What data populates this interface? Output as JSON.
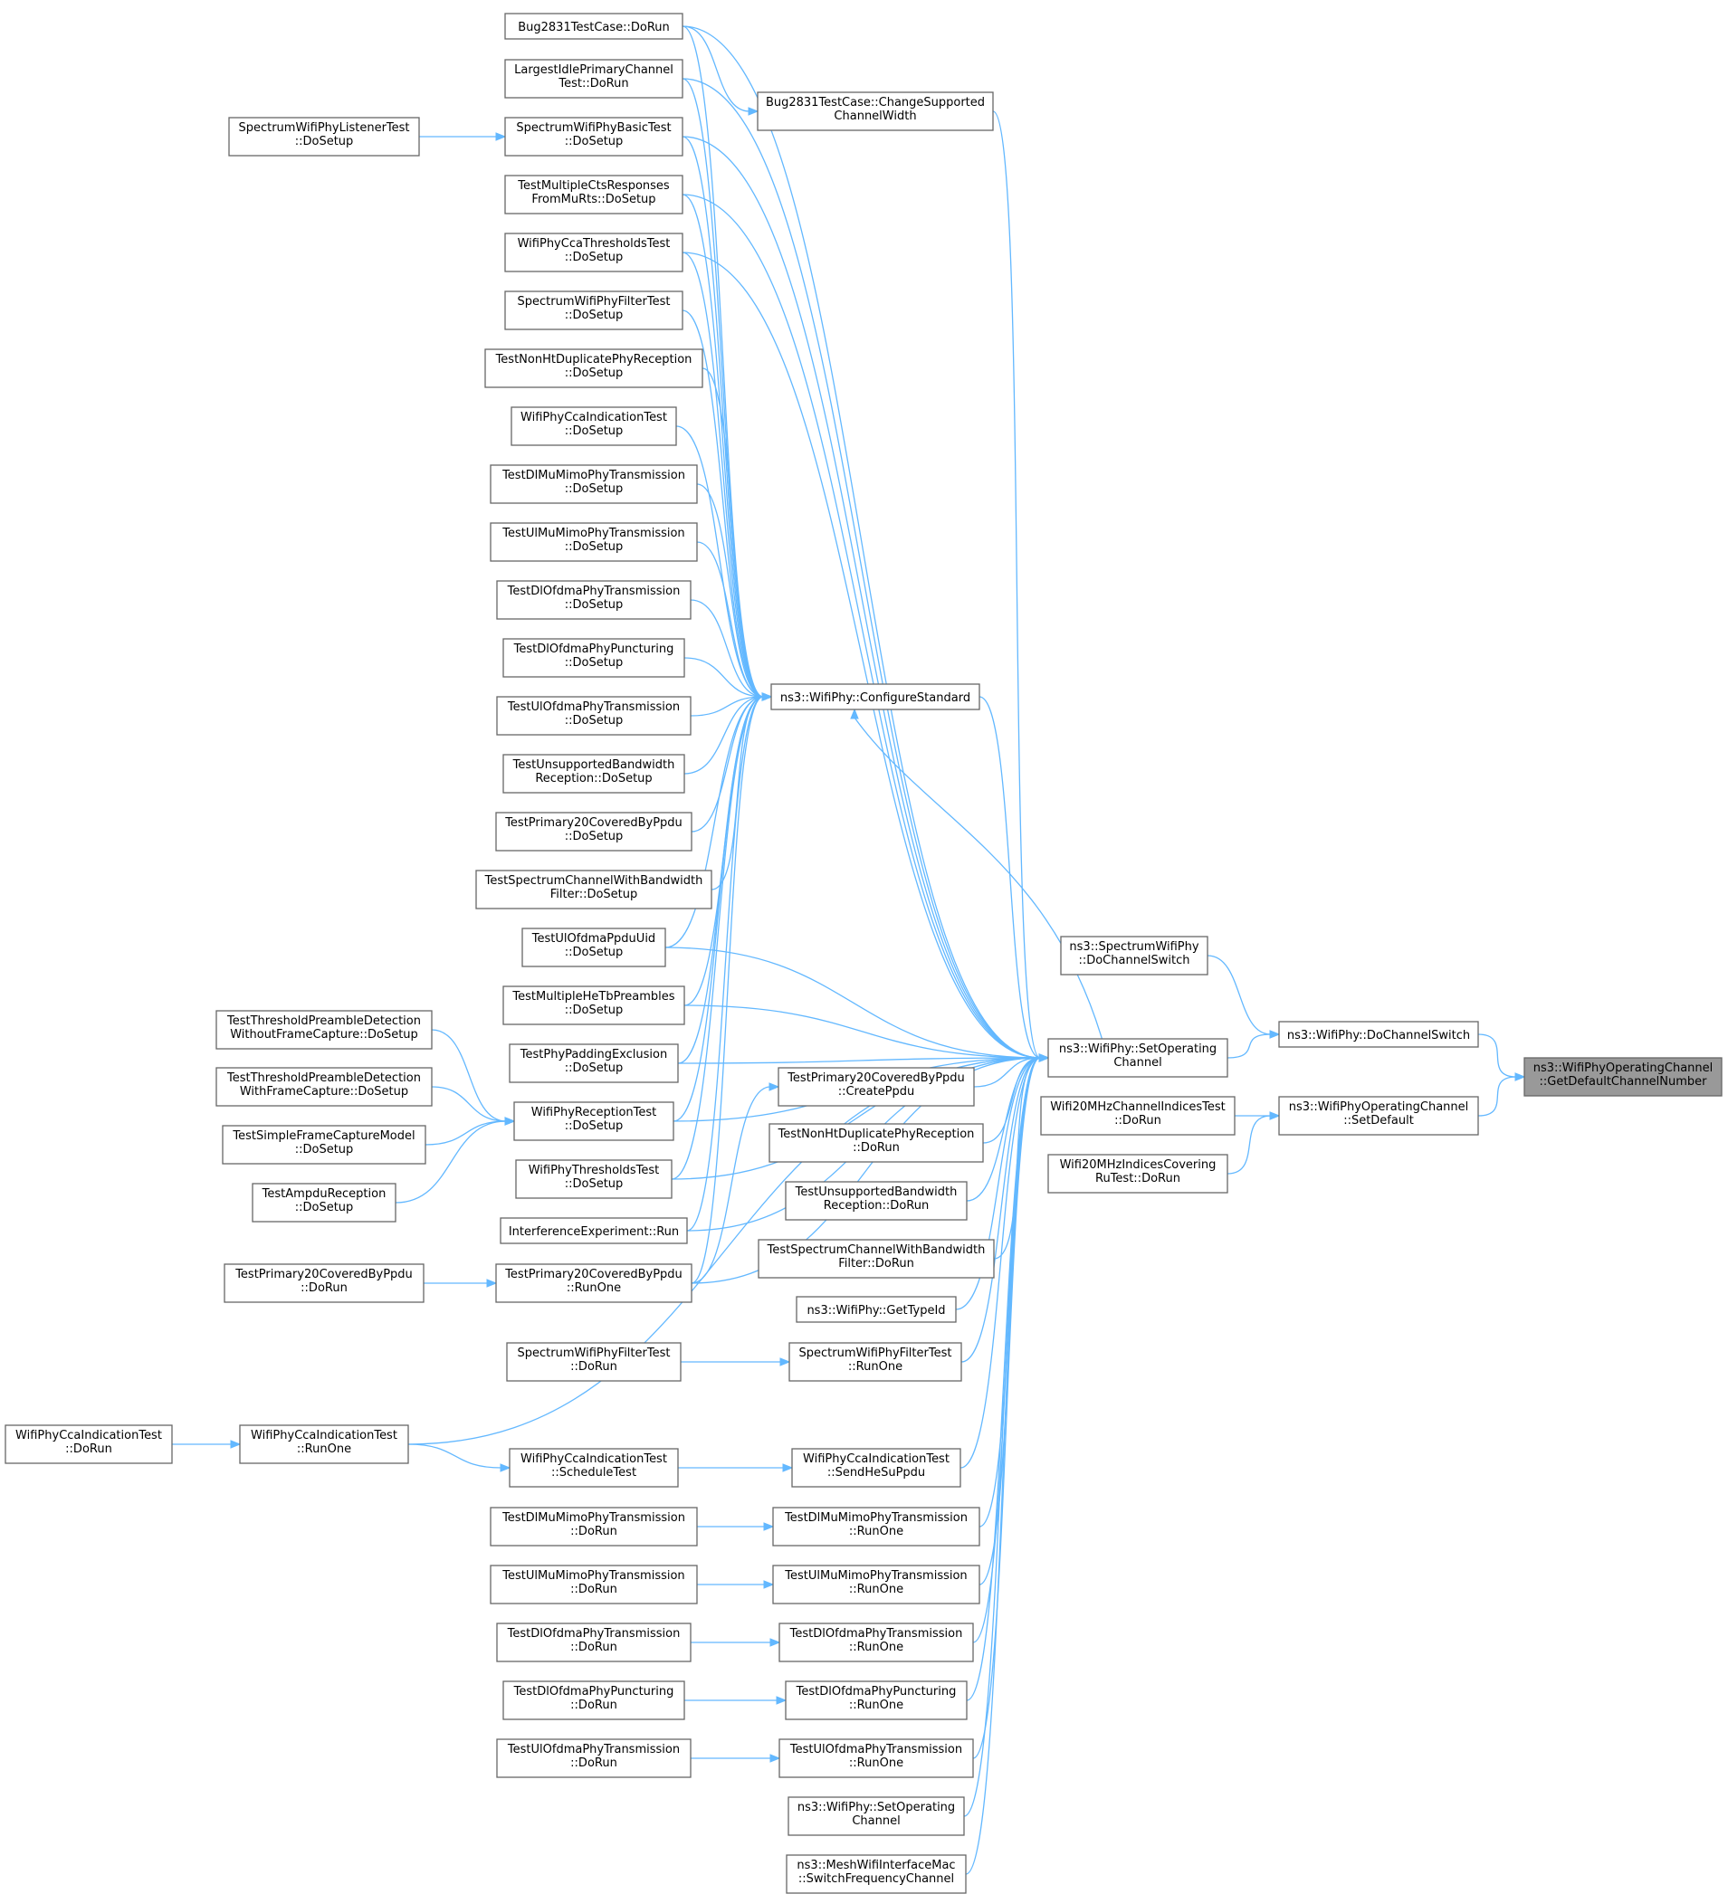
{
  "nodes": [
    {
      "id": "target",
      "lines": [
        "ns3::WifiPhyOperatingChannel",
        "::GetDefaultChannelNumber"
      ],
      "highlight": true
    },
    {
      "id": "doChannelSwitch",
      "lines": [
        "ns3::WifiPhy::DoChannelSwitch"
      ]
    },
    {
      "id": "setDefault",
      "lines": [
        "ns3::WifiPhyOperatingChannel",
        "::SetDefault"
      ]
    },
    {
      "id": "spectrumDoChannelSwitch",
      "lines": [
        "ns3::SpectrumWifiPhy",
        "::DoChannelSwitch"
      ]
    },
    {
      "id": "setOperatingChannel",
      "lines": [
        "ns3::WifiPhy::SetOperating",
        "Channel"
      ]
    },
    {
      "id": "wifi20Indices",
      "lines": [
        "Wifi20MHzChannelIndicesTest",
        "::DoRun"
      ]
    },
    {
      "id": "wifi20Covering",
      "lines": [
        "Wifi20MHzIndicesCovering",
        "RuTest::DoRun"
      ]
    },
    {
      "id": "configureStandard",
      "lines": [
        "ns3::WifiPhy::ConfigureStandard"
      ]
    },
    {
      "id": "bugChange",
      "lines": [
        "Bug2831TestCase::ChangeSupported",
        "ChannelWidth"
      ]
    },
    {
      "id": "p20CreatePpdu",
      "lines": [
        "TestPrimary20CoveredByPpdu",
        "::CreatePpdu"
      ]
    },
    {
      "id": "nonHtDoRun",
      "lines": [
        "TestNonHtDuplicatePhyReception",
        "::DoRun"
      ]
    },
    {
      "id": "unsupDoRun",
      "lines": [
        "TestUnsupportedBandwidth",
        "Reception::DoRun"
      ]
    },
    {
      "id": "specChanDoRun",
      "lines": [
        "TestSpectrumChannelWithBandwidth",
        "Filter::DoRun"
      ]
    },
    {
      "id": "getTypeId",
      "lines": [
        "ns3::WifiPhy::GetTypeId"
      ]
    },
    {
      "id": "filterRunOne",
      "lines": [
        "SpectrumWifiPhyFilterTest",
        "::RunOne"
      ]
    },
    {
      "id": "ccaSendHeSu",
      "lines": [
        "WifiPhyCcaIndicationTest",
        "::SendHeSuPpdu"
      ]
    },
    {
      "id": "dlMuRunOne",
      "lines": [
        "TestDlMuMimoPhyTransmission",
        "::RunOne"
      ]
    },
    {
      "id": "ulMuRunOne",
      "lines": [
        "TestUlMuMimoPhyTransmission",
        "::RunOne"
      ]
    },
    {
      "id": "dlOfdmaRunOne",
      "lines": [
        "TestDlOfdmaPhyTransmission",
        "::RunOne"
      ]
    },
    {
      "id": "dlPuncRunOne",
      "lines": [
        "TestDlOfdmaPhyPuncturing",
        "::RunOne"
      ]
    },
    {
      "id": "ulOfdmaRunOne",
      "lines": [
        "TestUlOfdmaPhyTransmission",
        "::RunOne"
      ]
    },
    {
      "id": "setOperating2",
      "lines": [
        "ns3::WifiPhy::SetOperating",
        "Channel"
      ]
    },
    {
      "id": "meshSwitch",
      "lines": [
        "ns3::MeshWifiInterfaceMac",
        "::SwitchFrequencyChannel"
      ]
    },
    {
      "id": "bugDoRun",
      "lines": [
        "Bug2831TestCase::DoRun"
      ]
    },
    {
      "id": "largestIdle",
      "lines": [
        "LargestIdlePrimaryChannel",
        "Test::DoRun"
      ]
    },
    {
      "id": "basicSetup",
      "lines": [
        "SpectrumWifiPhyBasicTest",
        "::DoSetup"
      ]
    },
    {
      "id": "multiCts",
      "lines": [
        "TestMultipleCtsResponses",
        "FromMuRts::DoSetup"
      ]
    },
    {
      "id": "ccaThresh",
      "lines": [
        "WifiPhyCcaThresholdsTest",
        "::DoSetup"
      ]
    },
    {
      "id": "filterSetup",
      "lines": [
        "SpectrumWifiPhyFilterTest",
        "::DoSetup"
      ]
    },
    {
      "id": "nonHtSetup",
      "lines": [
        "TestNonHtDuplicatePhyReception",
        "::DoSetup"
      ]
    },
    {
      "id": "ccaIndSetup",
      "lines": [
        "WifiPhyCcaIndicationTest",
        "::DoSetup"
      ]
    },
    {
      "id": "dlMuSetup",
      "lines": [
        "TestDlMuMimoPhyTransmission",
        "::DoSetup"
      ]
    },
    {
      "id": "ulMuSetup",
      "lines": [
        "TestUlMuMimoPhyTransmission",
        "::DoSetup"
      ]
    },
    {
      "id": "dlOfdmaSetup",
      "lines": [
        "TestDlOfdmaPhyTransmission",
        "::DoSetup"
      ]
    },
    {
      "id": "dlPuncSetup",
      "lines": [
        "TestDlOfdmaPhyPuncturing",
        "::DoSetup"
      ]
    },
    {
      "id": "ulOfdmaSetup",
      "lines": [
        "TestUlOfdmaPhyTransmission",
        "::DoSetup"
      ]
    },
    {
      "id": "unsupSetup",
      "lines": [
        "TestUnsupportedBandwidth",
        "Reception::DoSetup"
      ]
    },
    {
      "id": "p20Setup",
      "lines": [
        "TestPrimary20CoveredByPpdu",
        "::DoSetup"
      ]
    },
    {
      "id": "specChanSetup",
      "lines": [
        "TestSpectrumChannelWithBandwidth",
        "Filter::DoSetup"
      ]
    },
    {
      "id": "ulPpduUid",
      "lines": [
        "TestUlOfdmaPpduUid",
        "::DoSetup"
      ]
    },
    {
      "id": "multiHeTb",
      "lines": [
        "TestMultipleHeTbPreambles",
        "::DoSetup"
      ]
    },
    {
      "id": "padding",
      "lines": [
        "TestPhyPaddingExclusion",
        "::DoSetup"
      ]
    },
    {
      "id": "recvSetup",
      "lines": [
        "WifiPhyReceptionTest",
        "::DoSetup"
      ]
    },
    {
      "id": "threshSetup",
      "lines": [
        "WifiPhyThresholdsTest",
        "::DoSetup"
      ]
    },
    {
      "id": "interference",
      "lines": [
        "InterferenceExperiment::Run"
      ]
    },
    {
      "id": "p20RunOne",
      "lines": [
        "TestPrimary20CoveredByPpdu",
        "::RunOne"
      ]
    },
    {
      "id": "filterDoRun",
      "lines": [
        "SpectrumWifiPhyFilterTest",
        "::DoRun"
      ]
    },
    {
      "id": "ccaRunOne",
      "lines": [
        "WifiPhyCcaIndicationTest",
        "::RunOne"
      ]
    },
    {
      "id": "ccaSchedule",
      "lines": [
        "WifiPhyCcaIndicationTest",
        "::ScheduleTest"
      ]
    },
    {
      "id": "dlMuDoRun",
      "lines": [
        "TestDlMuMimoPhyTransmission",
        "::DoRun"
      ]
    },
    {
      "id": "ulMuDoRun",
      "lines": [
        "TestUlMuMimoPhyTransmission",
        "::DoRun"
      ]
    },
    {
      "id": "dlOfdmaDoRun",
      "lines": [
        "TestDlOfdmaPhyTransmission",
        "::DoRun"
      ]
    },
    {
      "id": "dlPuncDoRun",
      "lines": [
        "TestDlOfdmaPhyPuncturing",
        "::DoRun"
      ]
    },
    {
      "id": "ulOfdmaDoRun",
      "lines": [
        "TestUlOfdmaPhyTransmission",
        "::DoRun"
      ]
    },
    {
      "id": "listenerSetup",
      "lines": [
        "SpectrumWifiPhyListenerTest",
        "::DoSetup"
      ]
    },
    {
      "id": "withoutCapture",
      "lines": [
        "TestThresholdPreambleDetection",
        "WithoutFrameCapture::DoSetup"
      ]
    },
    {
      "id": "withCapture",
      "lines": [
        "TestThresholdPreambleDetection",
        "WithFrameCapture::DoSetup"
      ]
    },
    {
      "id": "simpleCapture",
      "lines": [
        "TestSimpleFrameCaptureModel",
        "::DoSetup"
      ]
    },
    {
      "id": "ampdu",
      "lines": [
        "TestAmpduReception",
        "::DoSetup"
      ]
    },
    {
      "id": "p20DoRun",
      "lines": [
        "TestPrimary20CoveredByPpdu",
        "::DoRun"
      ]
    },
    {
      "id": "ccaDoRun",
      "lines": [
        "WifiPhyCcaIndicationTest",
        "::DoRun"
      ]
    }
  ],
  "edges": [
    [
      "doChannelSwitch",
      "target"
    ],
    [
      "setDefault",
      "target"
    ],
    [
      "spectrumDoChannelSwitch",
      "doChannelSwitch"
    ],
    [
      "setOperatingChannel",
      "doChannelSwitch"
    ],
    [
      "wifi20Indices",
      "setDefault"
    ],
    [
      "wifi20Covering",
      "setDefault"
    ],
    [
      "configureStandard",
      "setOperatingChannel"
    ],
    [
      "bugChange",
      "setOperatingChannel"
    ],
    [
      "p20CreatePpdu",
      "setOperatingChannel"
    ],
    [
      "nonHtDoRun",
      "setOperatingChannel"
    ],
    [
      "unsupDoRun",
      "setOperatingChannel"
    ],
    [
      "specChanDoRun",
      "setOperatingChannel"
    ],
    [
      "getTypeId",
      "setOperatingChannel"
    ],
    [
      "filterRunOne",
      "setOperatingChannel"
    ],
    [
      "ccaSendHeSu",
      "setOperatingChannel"
    ],
    [
      "dlMuRunOne",
      "setOperatingChannel"
    ],
    [
      "ulMuRunOne",
      "setOperatingChannel"
    ],
    [
      "dlOfdmaRunOne",
      "setOperatingChannel"
    ],
    [
      "dlPuncRunOne",
      "setOperatingChannel"
    ],
    [
      "ulOfdmaRunOne",
      "setOperatingChannel"
    ],
    [
      "setOperating2",
      "setOperatingChannel"
    ],
    [
      "meshSwitch",
      "setOperatingChannel"
    ],
    [
      "bugDoRun",
      "setOperatingChannel"
    ],
    [
      "largestIdle",
      "setOperatingChannel"
    ],
    [
      "basicSetup",
      "setOperatingChannel"
    ],
    [
      "multiCts",
      "setOperatingChannel"
    ],
    [
      "ccaThresh",
      "setOperatingChannel"
    ],
    [
      "ulPpduUid",
      "setOperatingChannel"
    ],
    [
      "multiHeTb",
      "setOperatingChannel"
    ],
    [
      "padding",
      "setOperatingChannel"
    ],
    [
      "recvSetup",
      "setOperatingChannel"
    ],
    [
      "threshSetup",
      "setOperatingChannel"
    ],
    [
      "interference",
      "setOperatingChannel"
    ],
    [
      "p20RunOne",
      "setOperatingChannel"
    ],
    [
      "ccaRunOne",
      "setOperatingChannel"
    ],
    [
      "bugDoRun",
      "bugChange"
    ],
    [
      "bugDoRun",
      "configureStandard"
    ],
    [
      "largestIdle",
      "configureStandard"
    ],
    [
      "basicSetup",
      "configureStandard"
    ],
    [
      "multiCts",
      "configureStandard"
    ],
    [
      "ccaThresh",
      "configureStandard"
    ],
    [
      "filterSetup",
      "configureStandard"
    ],
    [
      "nonHtSetup",
      "configureStandard"
    ],
    [
      "ccaIndSetup",
      "configureStandard"
    ],
    [
      "dlMuSetup",
      "configureStandard"
    ],
    [
      "ulMuSetup",
      "configureStandard"
    ],
    [
      "dlOfdmaSetup",
      "configureStandard"
    ],
    [
      "dlPuncSetup",
      "configureStandard"
    ],
    [
      "ulOfdmaSetup",
      "configureStandard"
    ],
    [
      "unsupSetup",
      "configureStandard"
    ],
    [
      "p20Setup",
      "configureStandard"
    ],
    [
      "specChanSetup",
      "configureStandard"
    ],
    [
      "ulPpduUid",
      "configureStandard"
    ],
    [
      "multiHeTb",
      "configureStandard"
    ],
    [
      "padding",
      "configureStandard"
    ],
    [
      "recvSetup",
      "configureStandard"
    ],
    [
      "threshSetup",
      "configureStandard"
    ],
    [
      "interference",
      "configureStandard"
    ],
    [
      "p20RunOne",
      "configureStandard"
    ],
    [
      "setOperatingChannel",
      "configureStandard"
    ],
    [
      "listenerSetup",
      "basicSetup"
    ],
    [
      "withoutCapture",
      "recvSetup"
    ],
    [
      "withCapture",
      "recvSetup"
    ],
    [
      "simpleCapture",
      "recvSetup"
    ],
    [
      "ampdu",
      "recvSetup"
    ],
    [
      "p20DoRun",
      "p20RunOne"
    ],
    [
      "filterDoRun",
      "filterRunOne"
    ],
    [
      "ccaDoRun",
      "ccaRunOne"
    ],
    [
      "ccaRunOne",
      "ccaSchedule"
    ],
    [
      "ccaSchedule",
      "ccaSendHeSu"
    ],
    [
      "dlMuDoRun",
      "dlMuRunOne"
    ],
    [
      "ulMuDoRun",
      "ulMuRunOne"
    ],
    [
      "dlOfdmaDoRun",
      "dlOfdmaRunOne"
    ],
    [
      "dlPuncDoRun",
      "dlPuncRunOne"
    ],
    [
      "ulOfdmaDoRun",
      "ulOfdmaRunOne"
    ],
    [
      "p20RunOne",
      "p20CreatePpdu"
    ]
  ]
}
